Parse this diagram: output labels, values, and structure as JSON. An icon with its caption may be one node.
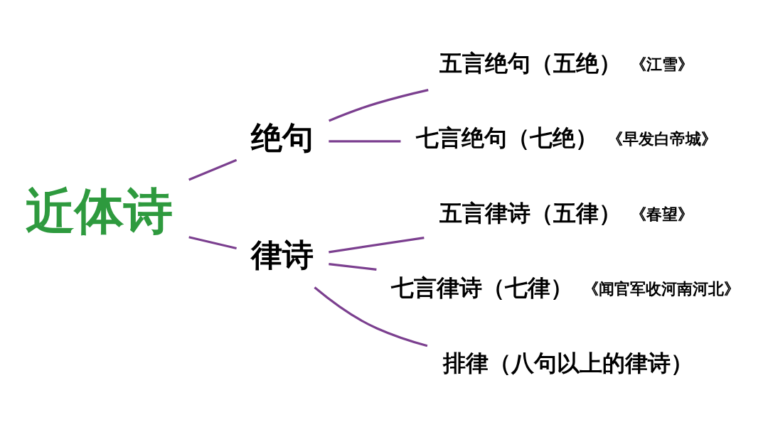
{
  "diagram": {
    "nodes": [
      {
        "text": [
          "近体诗"
        ]
      },
      {
        "text": [
          "绝句"
        ]
      },
      {
        "text": [
          "五言绝句（五绝）"
        ],
        "beside": [
          "《江雪》"
        ]
      },
      {
        "text": [
          "七言绝句（七绝）"
        ],
        "beside": [
          "《早发白帝城》"
        ]
      },
      {
        "text": [
          "律诗"
        ]
      },
      {
        "text": [
          "五言律诗（五律）"
        ],
        "beside": [
          "《春望》"
        ]
      },
      {
        "text": [
          "七言律诗（七律）"
        ],
        "beside": [
          "《闻官军收河南河北》"
        ]
      },
      {
        "text": [
          "排律（八句以上的律诗）"
        ]
      }
    ],
    "edges": [
      {
        "from": 0,
        "to": 1,
        "arrow": "none"
      },
      {
        "from": 0,
        "to": 4,
        "arrow": "none"
      },
      {
        "from": 1,
        "to": 2,
        "arrow": "none"
      },
      {
        "from": 1,
        "to": 3,
        "arrow": "none"
      },
      {
        "from": 4,
        "to": 5,
        "arrow": "none"
      },
      {
        "from": 4,
        "to": 6,
        "arrow": "none"
      },
      {
        "from": 4,
        "to": 7,
        "arrow": "none"
      }
    ]
  }
}
